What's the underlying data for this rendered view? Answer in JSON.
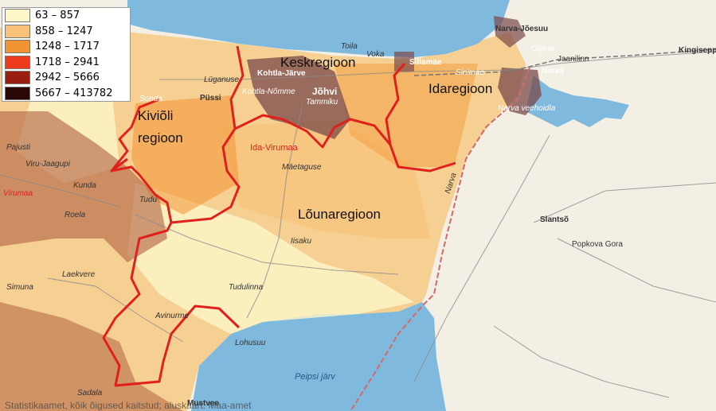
{
  "legend": {
    "items": [
      {
        "label": "63 – 857",
        "color": "#fdf6c9"
      },
      {
        "label": "858 – 1247",
        "color": "#f8c27a"
      },
      {
        "label": "1248 – 1717",
        "color": "#f39433"
      },
      {
        "label": "1718 – 2941",
        "color": "#ee3b1c"
      },
      {
        "label": "2942 – 5666",
        "color": "#9a1e10"
      },
      {
        "label": "5667 – 413782",
        "color": "#2a0706"
      }
    ]
  },
  "regions": {
    "kesk": "Keskregioon",
    "ida": "Idaregioon",
    "kivioli_1": "Kiviõli",
    "kivioli_2": "regioon",
    "louna": "Lõunaregioon"
  },
  "places": {
    "narva_joesuu": "Narva-Jõesuu",
    "kingisepp": "Kingisepp",
    "olgina": "Olgina",
    "jaanilinn": "Jaanilinn",
    "narva": "Narva",
    "toila": "Toila",
    "voka": "Voka",
    "sillamae": "Sillamäe",
    "sinimae": "Sinimäe",
    "luganuse": "Lüganuse",
    "kohtla_jarve": "Kohtla-Järve",
    "sonda": "Sonda",
    "pussi": "Püssi",
    "kohtla_nomme": "Kohtla-Nõmme",
    "johvi": "Jõhvi",
    "tammiku": "Tammiku",
    "narva_veehoidla": "Narva veehoidla",
    "ida_virumaa": "Ida-Virumaa",
    "pajusti": "Pajusti",
    "viru_jaagupi": "Viru-Jaagupi",
    "kunda": "Kunda",
    "maetaguse": "Mäetaguse",
    "virumaa": "Virumaa",
    "tudu": "Tudu",
    "roela": "Roela",
    "narva_river": "Narva",
    "slantso": "Slantsõ",
    "popkova_gora": "Popkova Gora",
    "iisaku": "Iisaku",
    "laekvere": "Laekvere",
    "tudulinna": "Tudulinna",
    "simuna": "Simuna",
    "avinurme": "Avinurme",
    "lohusuu": "Lohusuu",
    "peipsi": "Peipsi järv",
    "sadala": "Sadala",
    "mustvee": "Mustvee"
  },
  "footer": "Statistikaamet, kõik õigused kaitstud; aluskaart: Maa-amet"
}
